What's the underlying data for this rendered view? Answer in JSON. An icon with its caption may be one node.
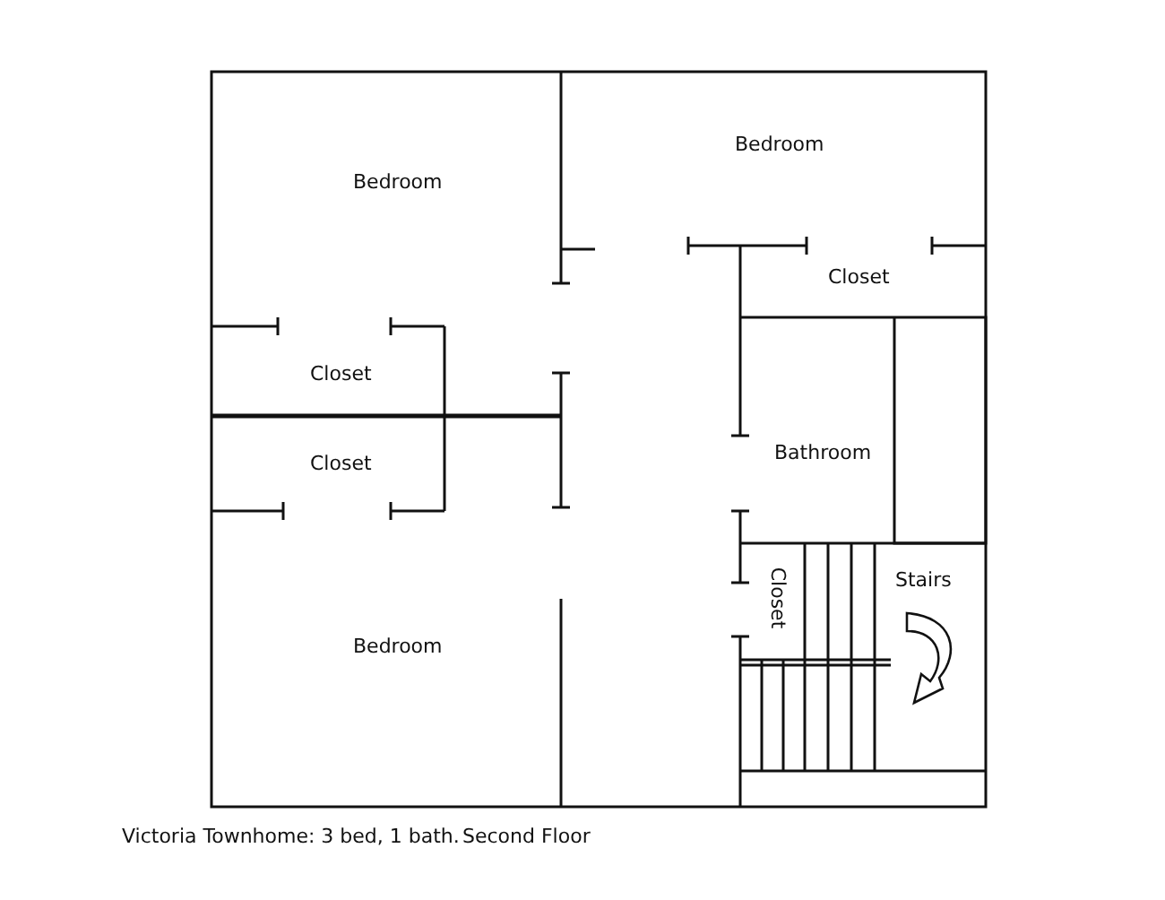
{
  "diagram": {
    "labels": [
      "Bedroom",
      "Bedroom",
      "Closet",
      "Closet",
      "Bathroom",
      "Closet",
      "Stairs",
      "Closet",
      "Bedroom",
      "Victoria Townhome: 3 bed, 1 bath.",
      "Second Floor"
    ]
  }
}
